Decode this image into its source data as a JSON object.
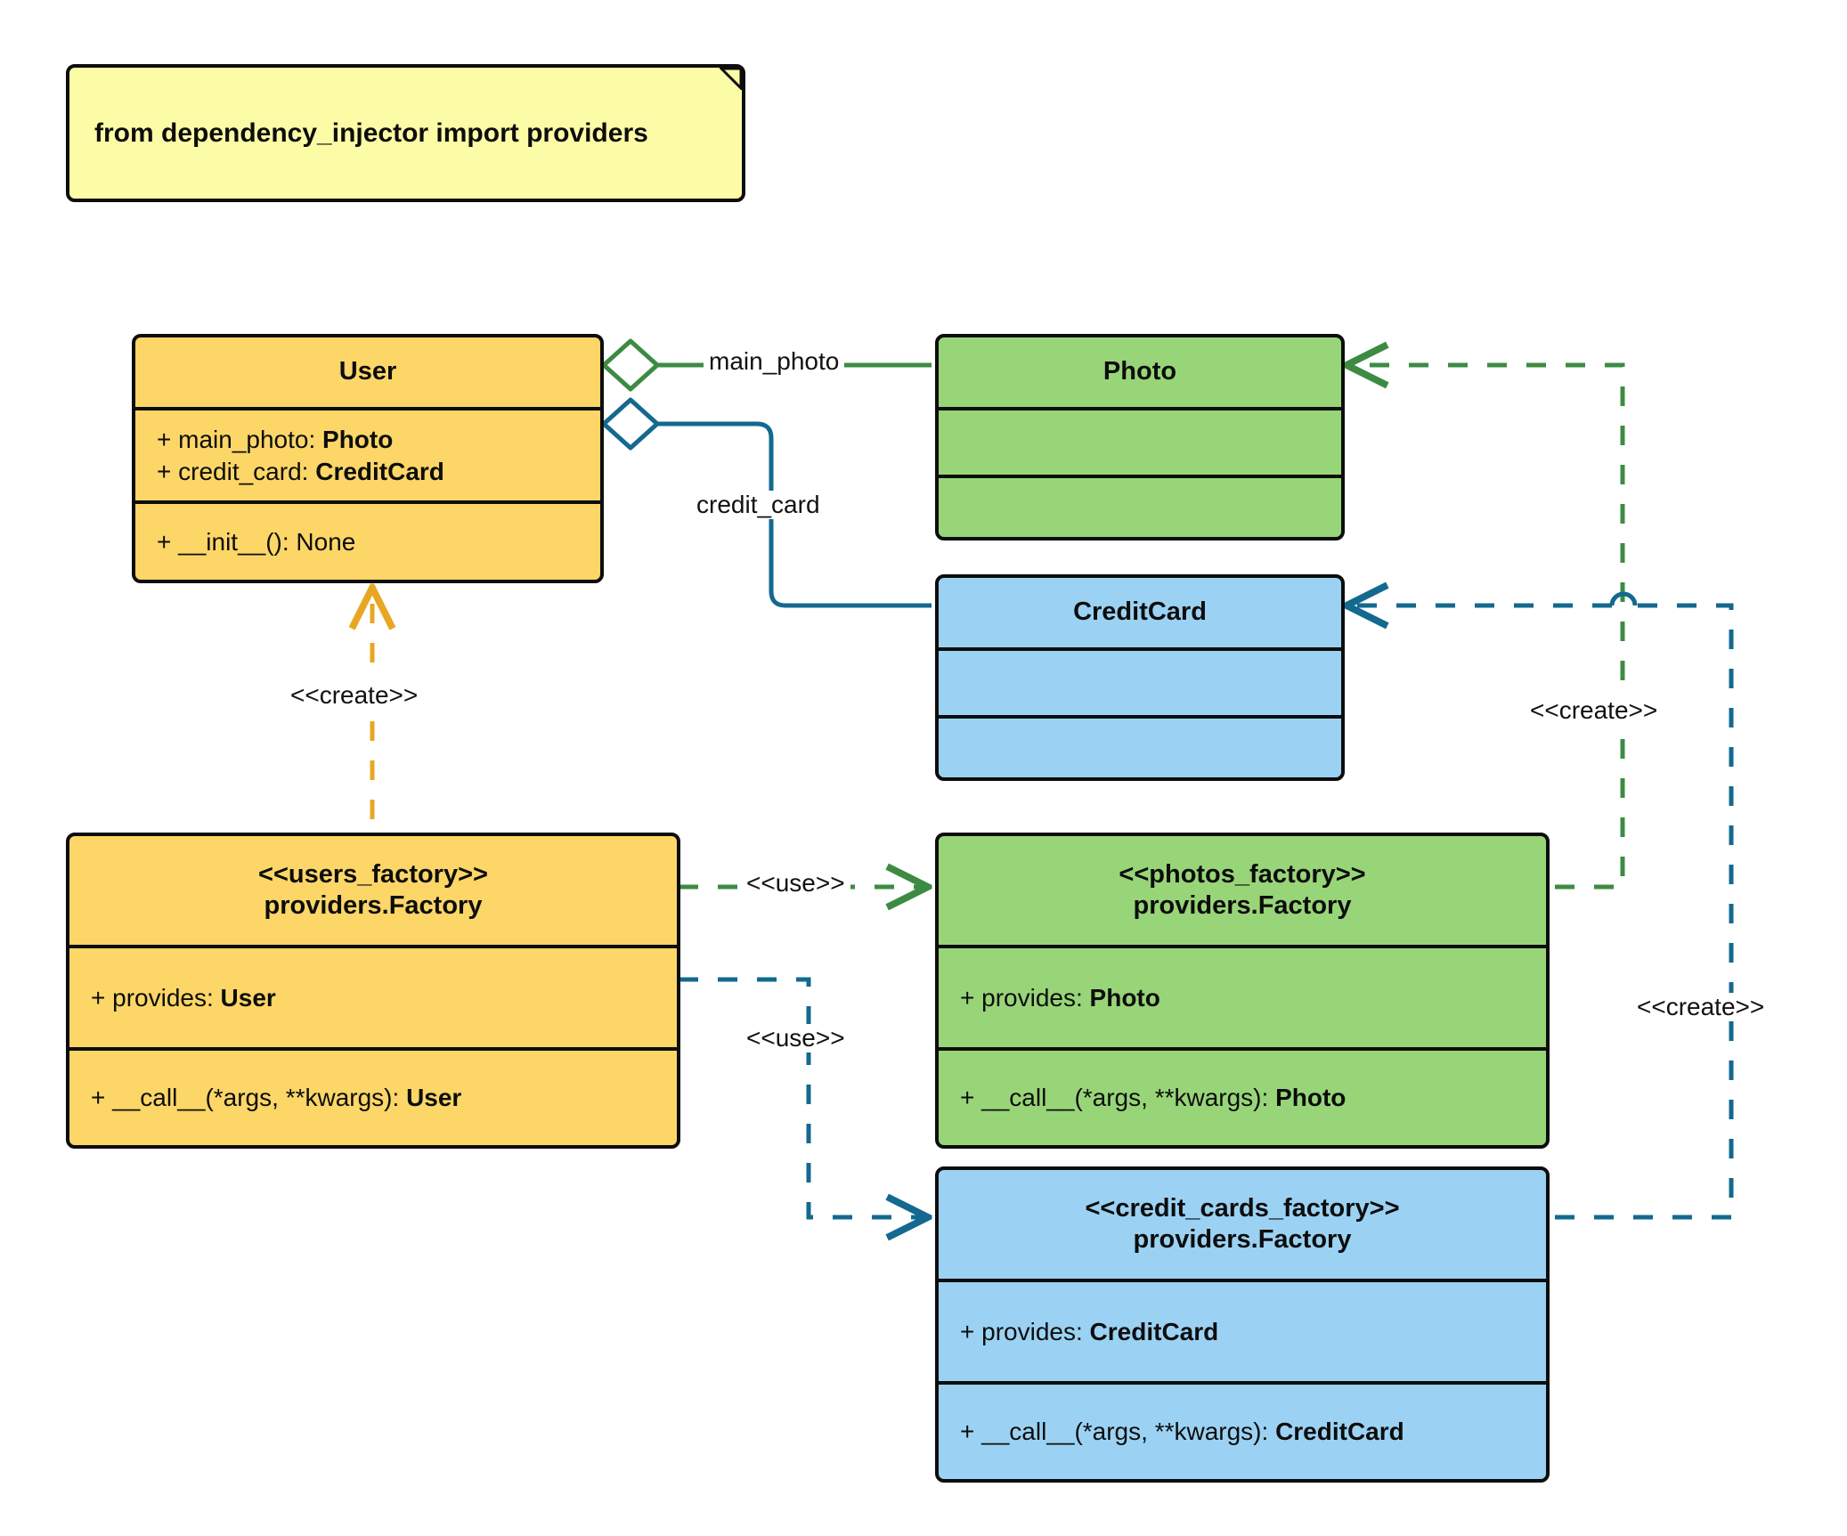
{
  "diagram": {
    "type": "uml-class-diagram",
    "title": "dependency_injector factory providers class diagram",
    "colors": {
      "yellow_fill": "#fcd667",
      "green_fill": "#98d578",
      "blue_fill": "#9bd2f3",
      "note_fill": "#fdfca6",
      "outline": "#0d0d0d",
      "green_edge": "#3d8b43",
      "blue_edge": "#13698f",
      "orange_edge": "#e8a723",
      "label_text": "#111111"
    }
  },
  "note": {
    "text": "from dependency_injector import providers"
  },
  "classes": {
    "user": {
      "name": "User",
      "attributes": [
        {
          "visibility": "+",
          "label": "main_photo: ",
          "type": "Photo"
        },
        {
          "visibility": "+",
          "label": "credit_card: ",
          "type": "CreditCard"
        }
      ],
      "methods": [
        {
          "visibility": "+",
          "label": "__init__(): None",
          "type": ""
        }
      ]
    },
    "photo": {
      "name": "Photo",
      "attributes": [],
      "methods": []
    },
    "credit_card": {
      "name": "CreditCard",
      "attributes": [],
      "methods": []
    },
    "users_factory": {
      "stereotype": "<<users_factory>>",
      "name": "providers.Factory",
      "attributes": [
        {
          "visibility": "+",
          "label": "provides: ",
          "type": "User"
        }
      ],
      "methods": [
        {
          "visibility": "+",
          "label": "__call__(*args, **kwargs): ",
          "type": "User"
        }
      ]
    },
    "photos_factory": {
      "stereotype": "<<photos_factory>>",
      "name": "providers.Factory",
      "attributes": [
        {
          "visibility": "+",
          "label": "provides: ",
          "type": "Photo"
        }
      ],
      "methods": [
        {
          "visibility": "+",
          "label": "__call__(*args, **kwargs): ",
          "type": "Photo"
        }
      ]
    },
    "credit_cards_factory": {
      "stereotype": "<<credit_cards_factory>>",
      "name": "providers.Factory",
      "attributes": [
        {
          "visibility": "+",
          "label": "provides: ",
          "type": "CreditCard"
        }
      ],
      "methods": [
        {
          "visibility": "+",
          "label": "__call__(*args, **kwargs): ",
          "type": "CreditCard"
        }
      ]
    }
  },
  "edges": {
    "main_photo": {
      "label": "main_photo",
      "kind": "aggregation",
      "from": "User",
      "to": "Photo",
      "color": "#3d8b43"
    },
    "credit_card": {
      "label": "credit_card",
      "kind": "aggregation",
      "from": "User",
      "to": "CreditCard",
      "color": "#13698f"
    },
    "create_user": {
      "label": "<<create>>",
      "kind": "dependency",
      "from": "users_factory",
      "to": "User",
      "color": "#e8a723"
    },
    "use_photos": {
      "label": "<<use>>",
      "kind": "dependency",
      "from": "users_factory",
      "to": "photos_factory",
      "color": "#3d8b43"
    },
    "use_credit_cards": {
      "label": "<<use>>",
      "kind": "dependency",
      "from": "users_factory",
      "to": "credit_cards_factory",
      "color": "#13698f"
    },
    "create_photo": {
      "label": "<<create>>",
      "kind": "dependency",
      "from": "photos_factory",
      "to": "Photo",
      "color": "#3d8b43"
    },
    "create_credit_card": {
      "label": "<<create>>",
      "kind": "dependency",
      "from": "credit_cards_factory",
      "to": "CreditCard",
      "color": "#13698f"
    }
  }
}
